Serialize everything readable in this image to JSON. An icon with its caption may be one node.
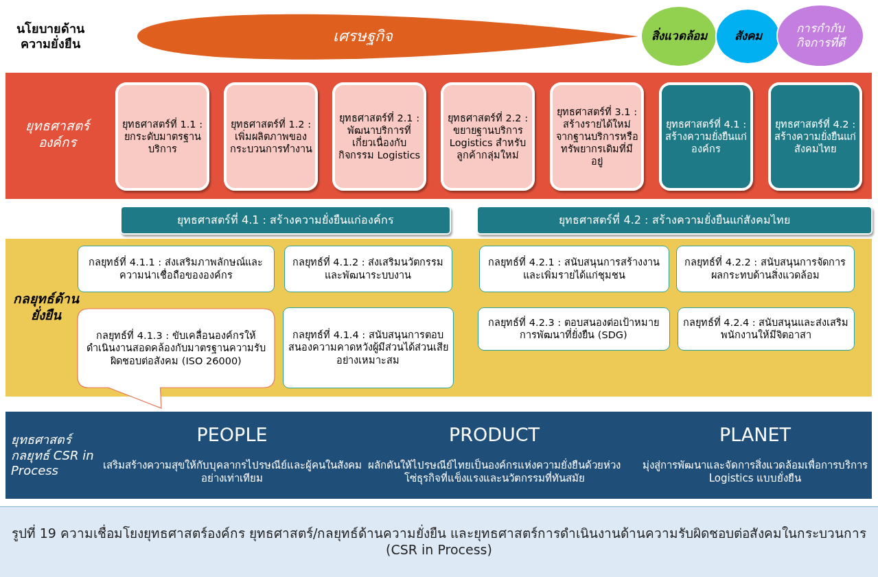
{
  "diagram": {
    "caption": "รูปที่ 19 ความเชื่อมโยงยุทธศาสตร์องค์กร ยุทธศาสตร์/กลยุทธ์ด้านความยั่งยืน และยุทธศาสตร์การดำเนินงานด้านความรับผิดชอบต่อสังคมในกระบวนการ (CSR in Process)",
    "nodes": [
      {
        "text": [
          "เศรษฐกิจ"
        ]
      },
      {
        "text": [
          "สิ่งแวดล้อม"
        ]
      },
      {
        "text": [
          "สังคม"
        ]
      },
      {
        "text": [
          "การกำกับกิจการที่ดี"
        ]
      },
      {
        "text": [
          "ยุทธศาสตร์องค์กร"
        ]
      },
      {
        "text": [
          "ยุทธศาสตร์ที่ 1.1 : ยกระดับมาตรฐานบริการ"
        ],
        "in": 4
      },
      {
        "text": [
          "ยุทธศาสตร์ที่ 1.2 : เพิ่มผลิตภาพของกระบวนการทำงาน"
        ],
        "in": 4
      },
      {
        "text": [
          "ยุทธศาสตร์ที่ 2.1 : พัฒนาบริการที่เกี่ยวเนื่องกับกิจกรรม Logistics"
        ],
        "in": 4
      },
      {
        "text": [
          "ยุทธศาสตร์ที่ 2.2 : ขยายฐานบริการ Logistics สำหรับลูกค้ากลุ่มใหม่"
        ],
        "in": 4
      },
      {
        "text": [
          "ยุทธศาสตร์ที่ 3.1 : สร้างรายได้ใหม่จากฐานบริการหรือทรัพยากรเดิมที่มีอยู่"
        ],
        "in": 4
      },
      {
        "text": [
          "ยุทธศาสตร์ที่ 4.1 : สร้างความยั่งยืนแก่องค์กร"
        ],
        "in": 4
      },
      {
        "text": [
          "ยุทธศาสตร์ที่ 4.2 : สร้างความยั่งยืนแก่สังคมไทย"
        ],
        "in": 4
      },
      {
        "text": [
          "ยุทธศาสตร์ที่ 4.1 : สร้างความยั่งยืนแก่องค์กร"
        ]
      },
      {
        "text": [
          "ยุทธศาสตร์ที่ 4.2 : สร้างความยั่งยืนแก่สังคมไทย"
        ]
      },
      {
        "text": [
          "กลยุทธ์ด้านยั่งยืน"
        ]
      },
      {
        "text": [
          "กลยุทธ์ที่ 4.1.1 : ส่งเสริมภาพลักษณ์และความน่าเชื่อถือขององค์กร"
        ],
        "in": 14
      },
      {
        "text": [
          "กลยุทธ์ที่ 4.1.2 : ส่งเสริมนวัตกรรมและพัฒนาระบบงาน"
        ],
        "in": 14
      },
      {
        "text": [
          "กลยุทธ์ที่ 4.1.3 : ขับเคลื่อนองค์กรให้ดำเนินงานสอดคล้องกับมาตรฐานความรับผิดชอบต่อสังคม (ISO 26000)"
        ],
        "in": 14
      },
      {
        "text": [
          "กลยุทธ์ที่ 4.1.4 : สนับสนุนการตอบสนองความคาดหวังผู้มีส่วนได้ส่วนเสียอย่างเหมาะสม"
        ],
        "in": 14
      },
      {
        "text": [
          "กลยุทธ์ที่ 4.2.1 : สนับสนุนการสร้างงานและเพิ่มรายได้แก่ชุมชน"
        ],
        "in": 14
      },
      {
        "text": [
          "กลยุทธ์ที่ 4.2.2 : สนับสนุนการจัดการผลกระทบด้านสิ่งแวดล้อม"
        ],
        "in": 14
      },
      {
        "text": [
          "กลยุทธ์ที่ 4.2.3 : ตอบสนองต่อเป้าหมายการพัฒนาที่ยั่งยืน (SDG)"
        ],
        "in": 14
      },
      {
        "text": [
          "กลยุทธ์ที่ 4.2.4 : สนับสนุนและส่งเสริมพนักงานให้มีจิตอาสา"
        ],
        "in": 14
      },
      {
        "text": [
          "ยุทธศาสตร์กลยุทธ์ CSR in Process",
          "PEOPLE",
          "เสริมสร้างความสุขให้กับบุคลากรไปรษณีย์และผู้คนในสังคมอย่างเท่าเทียม",
          "PRODUCT",
          "ผลักดันให้ไปรษณีย์ไทยเป็นองค์กรแห่งความยั่งยืนด้วยห่วงโซ่ธุรกิจที่แข็งแรงและนวัตกรรมที่ทันสมัย",
          "PLANET",
          "มุ่งสู่การพัฒนาและจัดการสิ่งแวดล้อมเพื่อการบริการ Logistics แบบยั่งยืน"
        ]
      }
    ],
    "labels": [
      "นโยบายด้านความยั่งยืน"
    ]
  }
}
